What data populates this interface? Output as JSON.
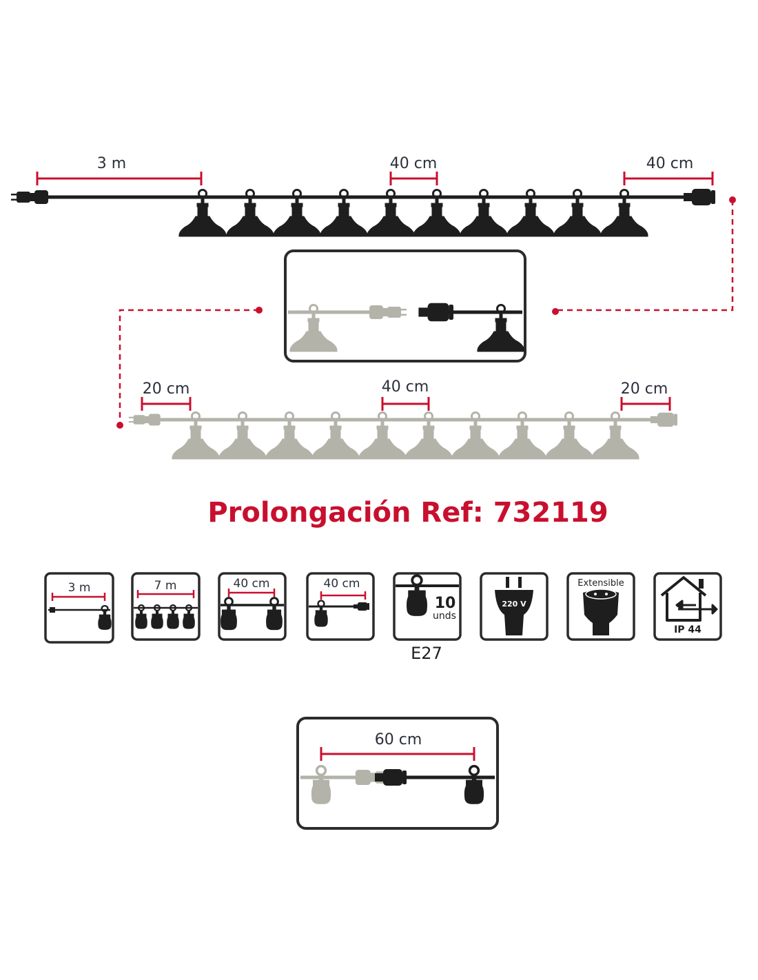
{
  "main_string": {
    "cable_length": "3 m",
    "bulb_spacing": "40 cm",
    "end_spacing": "40 cm"
  },
  "extension_string": {
    "start_spacing": "20 cm",
    "bulb_spacing": "40 cm",
    "end_spacing": "20 cm"
  },
  "title": "Prolongación Ref: 732119",
  "icons": {
    "cable": "3 m",
    "total": "7 m",
    "spacing": "40 cm",
    "end": "40 cm",
    "bulb_count": "10",
    "bulb_unit": "unds",
    "socket": "E27",
    "voltage": "220 V",
    "extensible": "Extensible",
    "ip": "IP 44"
  },
  "connection": {
    "length": "60 cm"
  },
  "colors": {
    "accent": "#c8102e",
    "dark": "#1e1e1e",
    "light": "#b3b3aa"
  }
}
